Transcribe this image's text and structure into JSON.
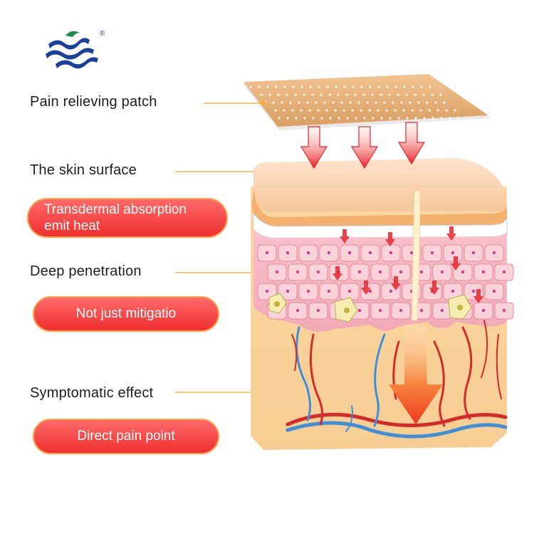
{
  "logo": {
    "name": "brand-logo-waves",
    "registered_mark": "®"
  },
  "labels": {
    "patch": "Pain relieving patch",
    "surface": "The skin surface",
    "penetration": "Deep penetration",
    "effect": "Symptomatic effect"
  },
  "pills": {
    "absorption": "Transdermal absorption\nemit heat",
    "mitigation": "Not just mitigatio",
    "pain_point": "Direct pain point"
  },
  "colors": {
    "pill_red": "#ef2f2f",
    "pill_border": "#f7a64a",
    "leader_line": "#f5a623",
    "arrow_red": "#e8242b",
    "logo_blue": "#1b3f9c",
    "logo_green": "#1f8a4a",
    "vein_blue": "#3c8fd8",
    "artery_red": "#d42a2a"
  }
}
